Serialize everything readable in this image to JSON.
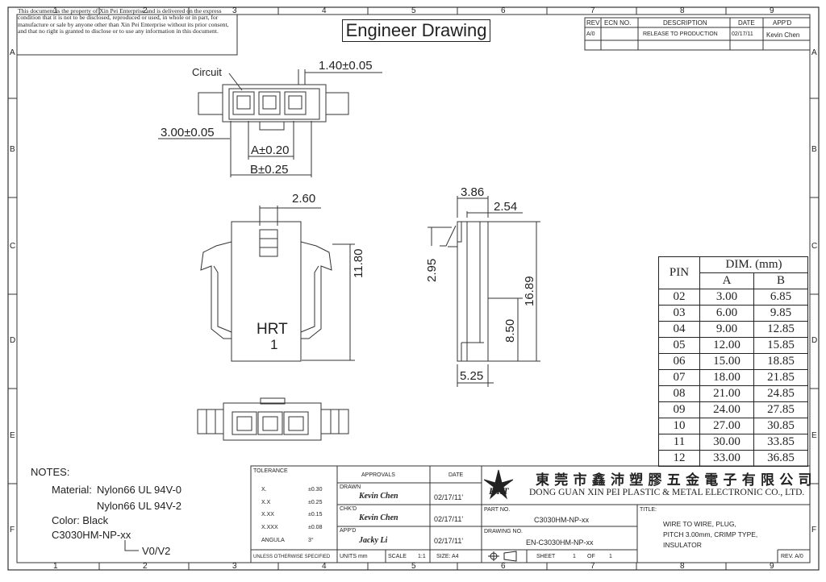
{
  "disclaimer": "This document is the property of Xin Pei Enterprise and is delivered on the express condition that it is not to be disclosed, reproduced or used, in whole or in part, for manufacture or sale by anyone other than Xin Pei Enterprise without its prior consent, and that no right is granted to disclose or to use any information in this document.",
  "title": "Engineer Drawing",
  "grid": {
    "cols": [
      "1",
      "2",
      "3",
      "4",
      "5",
      "6",
      "7",
      "8",
      "9"
    ],
    "rows": [
      "A",
      "B",
      "C",
      "D",
      "E",
      "F"
    ]
  },
  "revision": {
    "headers": [
      "REV",
      "ECN NO.",
      "DESCRIPTION",
      "DATE",
      "APP'D"
    ],
    "row": [
      "A/0",
      "",
      "RELEASE TO PRODUCTION",
      "02/17/11",
      "Kevin Chen"
    ]
  },
  "top_view": {
    "circuit_label": "Circuit",
    "dim_pitch_small": "1.40±0.05",
    "dim_pitch": "3.00±0.05",
    "dim_a": "A±0.20",
    "dim_b": "B±0.25"
  },
  "front_view": {
    "dim_width": "2.60",
    "dim_height": "11.80",
    "logo": "HRT",
    "number": "1"
  },
  "side_view": {
    "dim_top": "3.86",
    "dim_inner": "2.54",
    "dim_latch": "2.95",
    "dim_total": "16.89",
    "dim_lower": "8.50",
    "dim_bottom": "5.25"
  },
  "pin_table": {
    "pin_header": "PIN",
    "dim_header": "DIM. (mm)",
    "col_a": "A",
    "col_b": "B",
    "rows": [
      [
        "02",
        "3.00",
        "6.85"
      ],
      [
        "03",
        "6.00",
        "9.85"
      ],
      [
        "04",
        "9.00",
        "12.85"
      ],
      [
        "05",
        "12.00",
        "15.85"
      ],
      [
        "06",
        "15.00",
        "18.85"
      ],
      [
        "07",
        "18.00",
        "21.85"
      ],
      [
        "08",
        "21.00",
        "24.85"
      ],
      [
        "09",
        "24.00",
        "27.85"
      ],
      [
        "10",
        "27.00",
        "30.85"
      ],
      [
        "11",
        "30.00",
        "33.85"
      ],
      [
        "12",
        "33.00",
        "36.85"
      ]
    ]
  },
  "notes": {
    "heading": "NOTES:",
    "material_label": "Material:",
    "material_1": "Nylon66  UL  94V-0",
    "material_2": "Nylon66  UL  94V-2",
    "color": "Color:  Black",
    "part_code": "C3030HM-NP-xx",
    "variant": "V0/V2"
  },
  "title_block": {
    "tolerance_label": "TOLERANCE",
    "tolerances": [
      [
        "X.",
        "±0.30"
      ],
      [
        "X.X",
        "±0.25"
      ],
      [
        "X.XX",
        "±0.15"
      ],
      [
        "X.XXX",
        "±0.08"
      ],
      [
        "ANGULA",
        "3°"
      ]
    ],
    "unless": "UNLESS OTHERWISE SPECIFIED",
    "approvals_label": "APPROVALS",
    "date_label": "DATE",
    "drawn_label": "DRAWN",
    "drawn_by": "Kevin Chen",
    "drawn_date": "02/17/11'",
    "chkd_label": "CHK'D",
    "chkd_by": "Kevin Chen",
    "chkd_date": "02/17/11'",
    "appd_label": "APP'D",
    "appd_by": "Jacky Li",
    "appd_date": "02/17/11'",
    "units": "UNITS  mm",
    "scale_label": "SCALE",
    "scale": "1:1",
    "size": "SIZE:  A4",
    "company_cn": "東 莞 市 鑫 沛 塑 膠 五 金 電 子 有 限 公 司",
    "company_en": "DONG GUAN XIN PEI PLASTIC & METAL ELECTRONIC CO., LTD.",
    "logo_text": "HRT",
    "part_no_label": "PART NO.",
    "part_no": "C3030HM-NP-xx",
    "drawing_no_label": "DRAWING NO.",
    "drawing_no": "EN-C3030HM-NP-xx",
    "sheet_label": "SHEET",
    "sheet": "1",
    "of_label": "OF",
    "sheets": "1",
    "title_label": "TITLE:",
    "title_1": "WIRE TO WIRE, PLUG,",
    "title_2": "PITCH 3.00mm, CRIMP TYPE,",
    "title_3": "INSULATOR",
    "rev": "REV. A/0"
  }
}
